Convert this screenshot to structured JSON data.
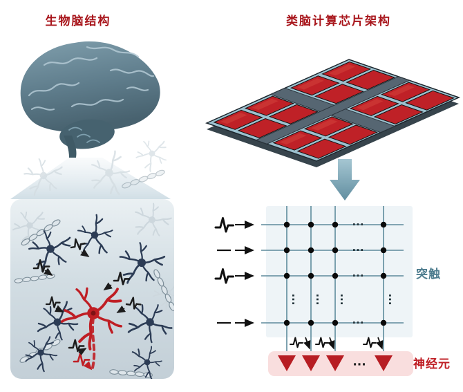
{
  "left_section": {
    "title": "生物脑结构"
  },
  "right_section": {
    "title": "类脑计算芯片架构",
    "synapse_label": "突触",
    "neuron_label": "神经元"
  },
  "crossbar": {
    "ellipsis": "···",
    "inputs": [
      "spike",
      "flat",
      "spike",
      "flat"
    ],
    "visible_rows": 4,
    "visible_columns": 4,
    "output_neuron_triangles": 4
  },
  "chip": {
    "quadrants": 4,
    "dies_per_quadrant": 4,
    "total_dies": 16
  },
  "colors": {
    "title_red": "#a8151b",
    "accent_red": "#b71d23",
    "neuron_navy": "#2c3c55",
    "brain_blue": "#5f7d8c",
    "board_blue": "#9cc0ce",
    "grid_teal": "#5d8a9c",
    "synapse_label_teal": "#4d7c8e",
    "neuron_row_pink": "#f9dede"
  }
}
